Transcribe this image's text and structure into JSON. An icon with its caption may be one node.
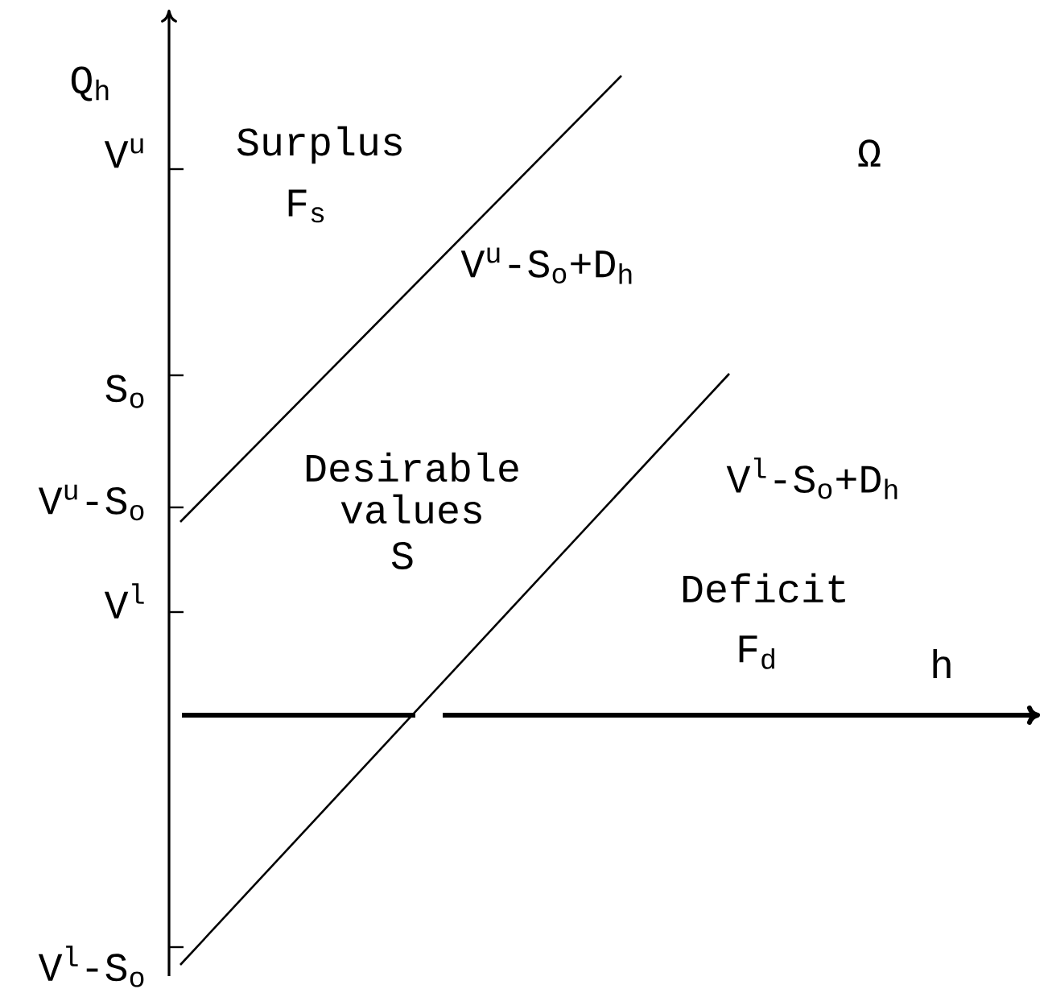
{
  "diagram": {
    "labels": [
      "Q$_{h}$",
      "V$^{u}$",
      "Surplus",
      "F$_{s}$",
      "Ω",
      "V$^{u}$-S$_{o}$+D$_{h}$",
      "S$_{o}$",
      "V$^{u}$-S$_{o}$",
      "Desirable",
      "values",
      "S",
      "V$^{l}$-S$_{o}$+D$_{h}$",
      "V$^{l}$",
      "Deficit",
      "F$_{d}$",
      "h",
      "V$^{l}$-S$_{o}$"
    ]
  }
}
